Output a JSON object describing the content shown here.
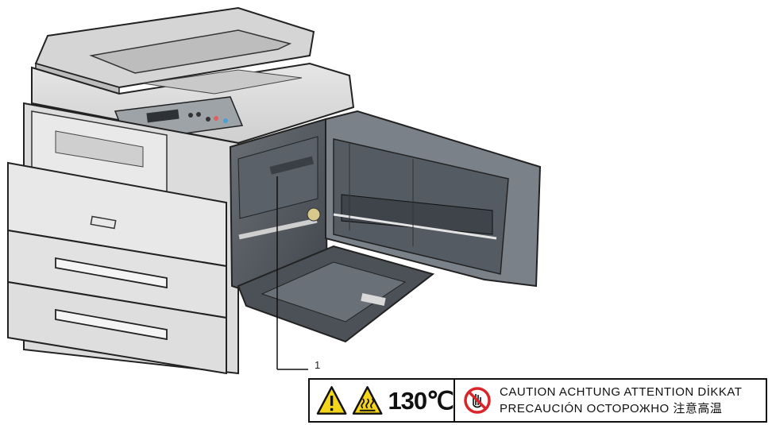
{
  "callout": {
    "number": "1"
  },
  "warning_label": {
    "temperature": "130℃",
    "caution_line_1": "CAUTION  ACHTUNG  ATTENTION  DİKKAT",
    "caution_line_2": "PRECAUCIÓN  ОСТОРОЖНО  注意高温"
  },
  "icons": [
    "warning-triangle-icon",
    "hot-surface-icon",
    "no-touch-icon"
  ],
  "colors": {
    "warning_yellow": "#f5d51a",
    "prohibit_red": "#d8262b",
    "body_gray": "#d8d8d8",
    "interior_dark": "#4a4f55"
  }
}
